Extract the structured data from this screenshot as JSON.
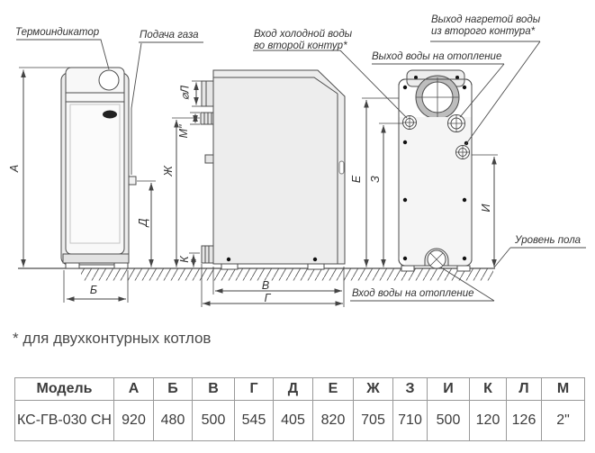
{
  "drawing": {
    "labels": {
      "thermo_indicator": "Термоиндикатор",
      "gas_supply": "Подача газа",
      "cold_water_line1": "Вход холодной воды",
      "cold_water_line2": "во второй контур*",
      "hot_water_line1": "Выход нагретой воды",
      "hot_water_line2": "из второго контура*",
      "heating_outlet": "Выход воды на отопление",
      "floor_level": "Уровень пола",
      "heating_inlet": "Вход воды на отопление"
    },
    "dims": {
      "a": "А",
      "b": "Б",
      "v": "В",
      "g": "Г",
      "d": "Д",
      "e": "Е",
      "zh": "Ж",
      "z": "З",
      "i": "И",
      "k": "К",
      "l": "⌀Л",
      "m": "М\""
    },
    "line_color": "#4d4d4d"
  },
  "footnote": "* для двухконтурных котлов",
  "table": {
    "headers": [
      "Модель",
      "А",
      "Б",
      "В",
      "Г",
      "Д",
      "Е",
      "Ж",
      "З",
      "И",
      "К",
      "Л",
      "М"
    ],
    "row": {
      "model": "КС-ГВ-030 СН",
      "values": [
        "920",
        "480",
        "500",
        "545",
        "405",
        "820",
        "705",
        "710",
        "500",
        "120",
        "126",
        "2\""
      ]
    }
  }
}
